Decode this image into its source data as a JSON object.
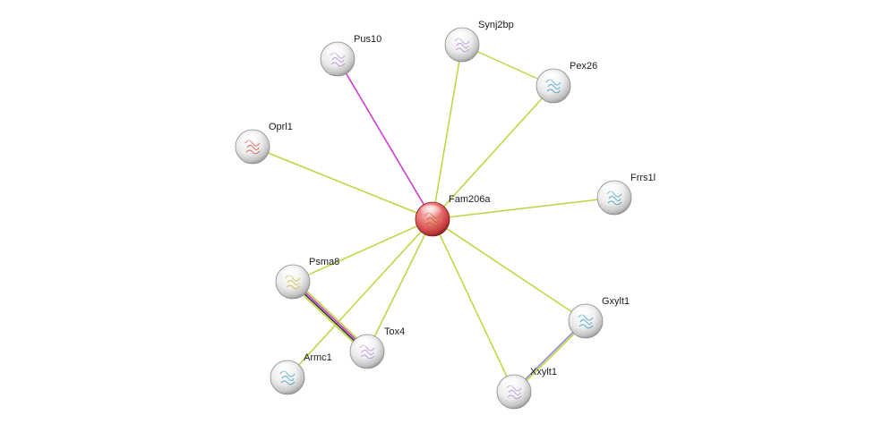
{
  "network": {
    "center": "Fam206a",
    "nodes": [
      {
        "id": "Fam206a",
        "label": "Fam206a",
        "query": true,
        "structure_color": "#b5651d"
      },
      {
        "id": "Pus10",
        "label": "Pus10",
        "query": false,
        "structure_color": "#b48fd6"
      },
      {
        "id": "Synj2bp",
        "label": "Synj2bp",
        "query": false,
        "structure_color": "#b48fd6"
      },
      {
        "id": "Pex26",
        "label": "Pex26",
        "query": false,
        "structure_color": "#3aa0c8"
      },
      {
        "id": "Oprl1",
        "label": "Oprl1",
        "query": false,
        "structure_color": "#d9534f"
      },
      {
        "id": "Frrs1l",
        "label": "Frrs1l",
        "query": false,
        "structure_color": "#3aa0c8"
      },
      {
        "id": "Psma8",
        "label": "Psma8",
        "query": false,
        "structure_color": "#d8b83a"
      },
      {
        "id": "Tox4",
        "label": "Tox4",
        "query": false,
        "structure_color": "#b48fd6"
      },
      {
        "id": "Armc1",
        "label": "Armc1",
        "query": false,
        "structure_color": "#3aa0c8"
      },
      {
        "id": "Gxylt1",
        "label": "Gxylt1",
        "query": false,
        "structure_color": "#3aa0c8"
      },
      {
        "id": "Xxylt1",
        "label": "Xxylt1",
        "query": false,
        "structure_color": "#b48fd6"
      }
    ],
    "edges": [
      {
        "source": "Fam206a",
        "target": "Pus10",
        "colors": [
          "#cc33cc"
        ]
      },
      {
        "source": "Fam206a",
        "target": "Synj2bp",
        "colors": [
          "#bcd53c"
        ]
      },
      {
        "source": "Fam206a",
        "target": "Pex26",
        "colors": [
          "#bcd53c"
        ]
      },
      {
        "source": "Fam206a",
        "target": "Oprl1",
        "colors": [
          "#bcd53c"
        ]
      },
      {
        "source": "Fam206a",
        "target": "Frrs1l",
        "colors": [
          "#bcd53c"
        ]
      },
      {
        "source": "Fam206a",
        "target": "Psma8",
        "colors": [
          "#bcd53c"
        ]
      },
      {
        "source": "Fam206a",
        "target": "Tox4",
        "colors": [
          "#bcd53c"
        ]
      },
      {
        "source": "Fam206a",
        "target": "Armc1",
        "colors": [
          "#bcd53c"
        ]
      },
      {
        "source": "Fam206a",
        "target": "Gxylt1",
        "colors": [
          "#bcd53c"
        ]
      },
      {
        "source": "Fam206a",
        "target": "Xxylt1",
        "colors": [
          "#bcd53c"
        ]
      },
      {
        "source": "Synj2bp",
        "target": "Pex26",
        "colors": [
          "#bcd53c"
        ]
      },
      {
        "source": "Psma8",
        "target": "Tox4",
        "colors": [
          "#bcd53c",
          "#cc33cc",
          "#333333",
          "#bcd53c"
        ]
      },
      {
        "source": "Gxylt1",
        "target": "Xxylt1",
        "colors": [
          "#bcd53c",
          "#8b8bd6"
        ]
      }
    ]
  }
}
